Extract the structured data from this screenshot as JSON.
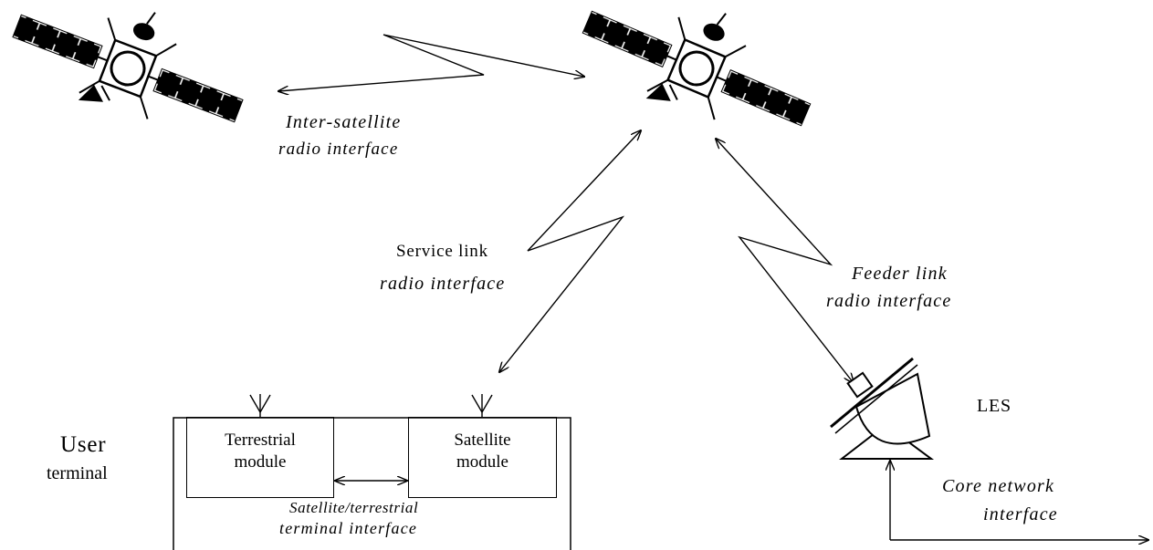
{
  "labels": {
    "inter_satellite_1": "Inter-satellite",
    "inter_satellite_2": "radio interface",
    "service_link_1": "Service link",
    "service_link_2": "radio interface",
    "feeder_link_1": "Feeder link",
    "feeder_link_2": "radio interface",
    "les": "LES",
    "user_1": "User",
    "user_2": "terminal",
    "core_1": "Core network",
    "core_2": "interface",
    "sat_terr_1": "Satellite/terrestrial",
    "sat_terr_2": "terminal interface"
  },
  "modules": {
    "terrestrial_1": "Terrestrial",
    "terrestrial_2": "module",
    "satellite_1": "Satellite",
    "satellite_2": "module"
  }
}
